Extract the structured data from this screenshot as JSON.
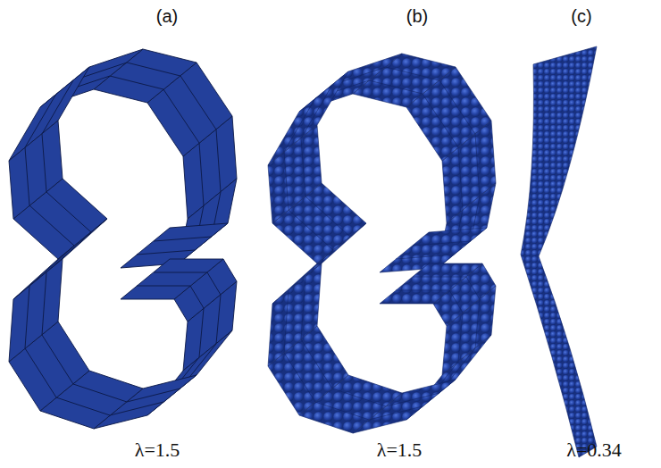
{
  "diagram": {
    "labels": [
      "(a)",
      "(b)",
      "(c)",
      "λ=1.5",
      "λ=1.5",
      "λ=0.34"
    ]
  }
}
